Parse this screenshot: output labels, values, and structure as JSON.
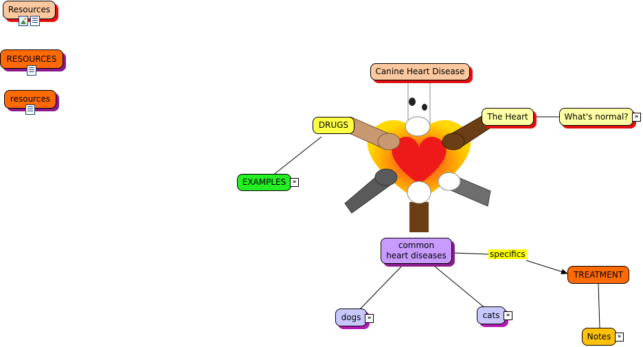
{
  "colors": {
    "peach": "#fbc8a0",
    "orange": "#ff6a05",
    "yellow": "#ffff44",
    "pale_yellow": "#ffffa5",
    "green": "#24ee24",
    "lavender": "#c89cff",
    "periwinkle": "#c8c8ff",
    "gold": "#ffc208",
    "shadow_red": "#e01010",
    "shadow_purple": "#8a1c8a",
    "line": "#000000"
  },
  "center_image": {
    "name": "heart-with-dog-paws-clipart"
  },
  "resources": {
    "resources_titlecase": "Resources",
    "resources_uppercase": "RESOURCES",
    "resources_lowercase": "resources"
  },
  "nodes": {
    "canine_heart_disease": "Canine Heart Disease",
    "drugs": "DRUGS",
    "examples": "EXAMPLES",
    "the_heart": "The Heart",
    "whats_normal": "What's normal?",
    "common_heart_diseases": "common\nheart diseases",
    "treatment": "TREATMENT",
    "dogs": "dogs",
    "cats": "cats",
    "notes": "Notes"
  },
  "link_labels": {
    "specifics": "specifics"
  },
  "icons": {
    "expand": "expand-arrow-icon",
    "document": "document-icon",
    "image": "image-icon"
  }
}
